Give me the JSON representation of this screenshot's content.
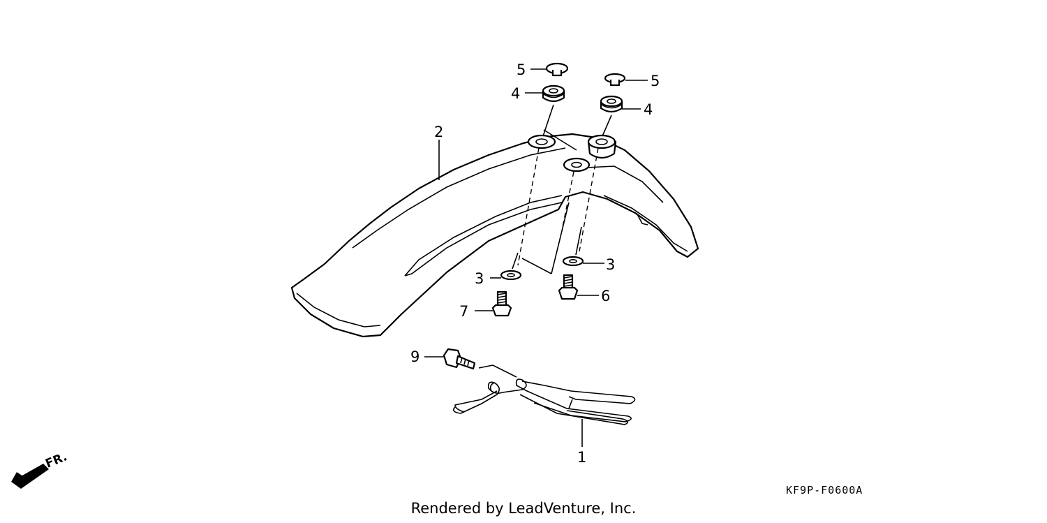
{
  "callouts": {
    "c1": "1",
    "c2": "2",
    "c3a": "3",
    "c3b": "3",
    "c4a": "4",
    "c4b": "4",
    "c5a": "5",
    "c5b": "5",
    "c6": "6",
    "c7": "7",
    "c9": "9"
  },
  "direction_label": "FR.",
  "diagram_code": "KF9P-F0600A",
  "footer": "Rendered by LeadVenture, Inc."
}
